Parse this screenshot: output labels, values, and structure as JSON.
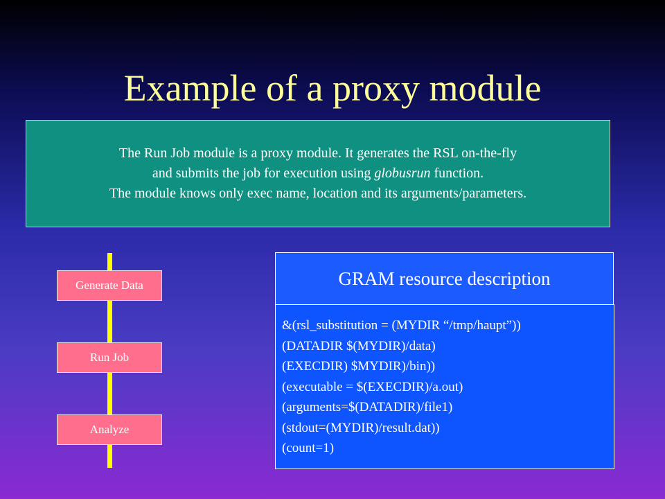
{
  "slide": {
    "title": "Example of a proxy module"
  },
  "description": {
    "line1": "The Run Job module is a proxy module. It generates the RSL on-the-fly",
    "line2_prefix": "and submits the job for execution using ",
    "line2_emphasis": "globusrun",
    "line2_suffix": " function.",
    "line3": "The module knows only exec name, location and its arguments/parameters."
  },
  "pipeline": {
    "modules": [
      "Generate Data",
      "Run Job",
      "Analyze"
    ],
    "colors": {
      "module_fill": "#ff6e8c",
      "connector": "#ffff00"
    }
  },
  "gram": {
    "heading": "GRAM resource description",
    "lines": [
      "&(rsl_substitution = (MYDIR “/tmp/haupt”))",
      "(DATADIR $(MYDIR)/data)",
      "(EXECDIR) $MYDIR)/bin))",
      "(executable = $(EXECDIR)/a.out)",
      "(arguments=$(DATADIR)/file1)",
      "(stdout=(MYDIR)/result.dat))",
      "(count=1)"
    ]
  },
  "colors": {
    "title": "#ffff99",
    "description_box": "#109080",
    "gram_box": "#0e54ff"
  }
}
